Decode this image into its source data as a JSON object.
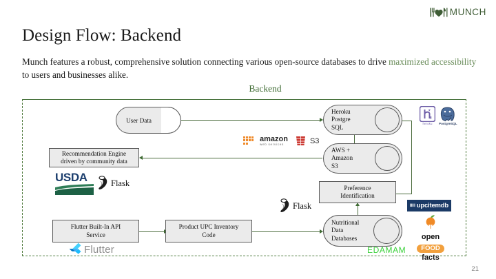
{
  "brand": {
    "name": "MUNCH",
    "icon": "fork-heart-knife-icon",
    "color": "#3f5d36"
  },
  "title": "Design Flow: Backend",
  "subtitle": {
    "line1_before": "Munch features a robust, comprehensive solution connecting various open-source databases to drive",
    "highlight": "maximized accessibility",
    "line2_after": " to users and businesses alike."
  },
  "section_label": "Backend",
  "page_number": "21",
  "nodes": {
    "user_data": "User Data",
    "heroku": "Heroku\nPostgre\nSQL",
    "heroku_l1": "Heroku",
    "heroku_l2": "Postgre",
    "heroku_l3": "SQL",
    "aws_l1": "AWS +",
    "aws_l2": "Amazon",
    "aws_l3": "S3",
    "recommendation": "Recommendation Engine driven by community data",
    "recommendation_l1": "Recommendation Engine",
    "recommendation_l2": "driven by community data",
    "preference_l1": "Preference",
    "preference_l2": "Identification",
    "nutritional_l1": "Nutritional",
    "nutritional_l2": "Data",
    "nutritional_l3": "Databases",
    "flutter_api_l1": "Flutter Built-In API",
    "flutter_api_l2": "Service",
    "upc_l1": "Product UPC Inventory",
    "upc_l2": "Code"
  },
  "logos": {
    "usda": "USDA",
    "flask": "Flask",
    "flask2": "Flask",
    "amazon": "amazon",
    "amazon_sub": "web services",
    "s3": "S3",
    "heroku": "heroku",
    "postgres": "PostgreSQL",
    "upcitemdb": "upcitemdb",
    "off_open": "open",
    "off_food": "FOOD",
    "off_facts": "facts",
    "edamam": "EDAMAM",
    "flutter": "Flutter"
  },
  "colors": {
    "brand_green": "#3f5d36",
    "accent_green": "#6a8c5a",
    "section_green": "#3f6b33",
    "connector": "#4a6b3c",
    "node_fill": "#ebebeb",
    "node_border": "#5a5a5a",
    "edamam_green": "#3ad13a",
    "upc_navy": "#1b3a66",
    "off_orange": "#f2a03d",
    "usda_navy": "#1d3f6e"
  }
}
